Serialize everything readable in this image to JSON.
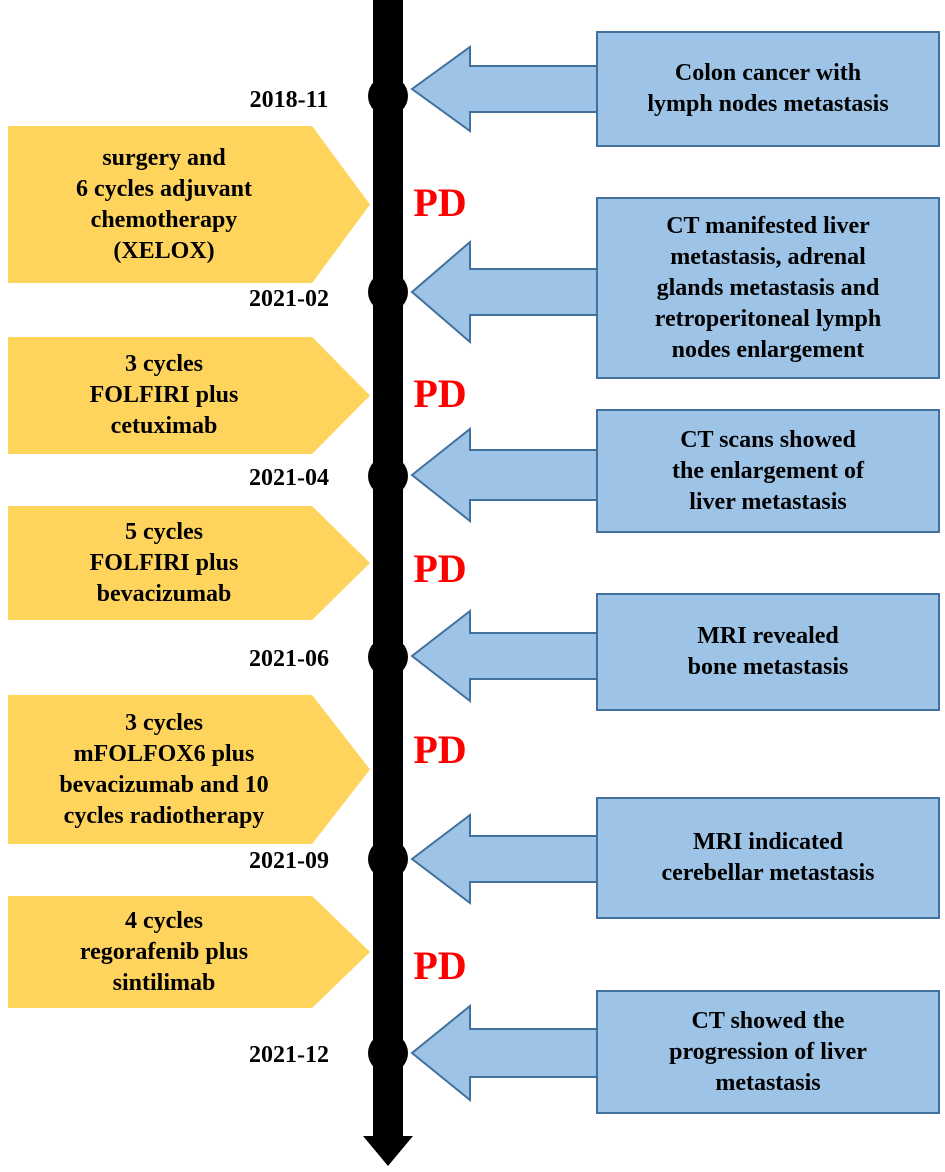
{
  "timeline": {
    "dates": [
      "2018-11",
      "2021-02",
      "2021-04",
      "2021-06",
      "2021-09",
      "2021-12"
    ],
    "pd_label": "PD",
    "treatments": [
      "surgery and\n6 cycles adjuvant\nchemotherapy\n(XELOX)",
      "3 cycles\nFOLFIRI plus\ncetuximab",
      "5 cycles\nFOLFIRI plus\nbevacizumab",
      "3 cycles\nmFOLFOX6 plus\nbevacizumab and 10\ncycles radiotherapy",
      "4 cycles\nregorafenib plus\nsintilimab"
    ],
    "events": [
      "Colon cancer with\nlymph nodes metastasis",
      "CT manifested liver\nmetastasis, adrenal\nglands metastasis and\nretroperitoneal lymph\nnodes enlargement",
      "CT scans showed\nthe enlargement of\nliver metastasis",
      "MRI revealed\nbone metastasis",
      "MRI indicated\ncerebellar metastasis",
      "CT showed the\nprogression of liver\nmetastasis"
    ]
  },
  "colors": {
    "treatment_fill": "#ffd45c",
    "event_fill": "#9dc3e6",
    "event_border": "#41719c",
    "pd": "#ff0000"
  }
}
